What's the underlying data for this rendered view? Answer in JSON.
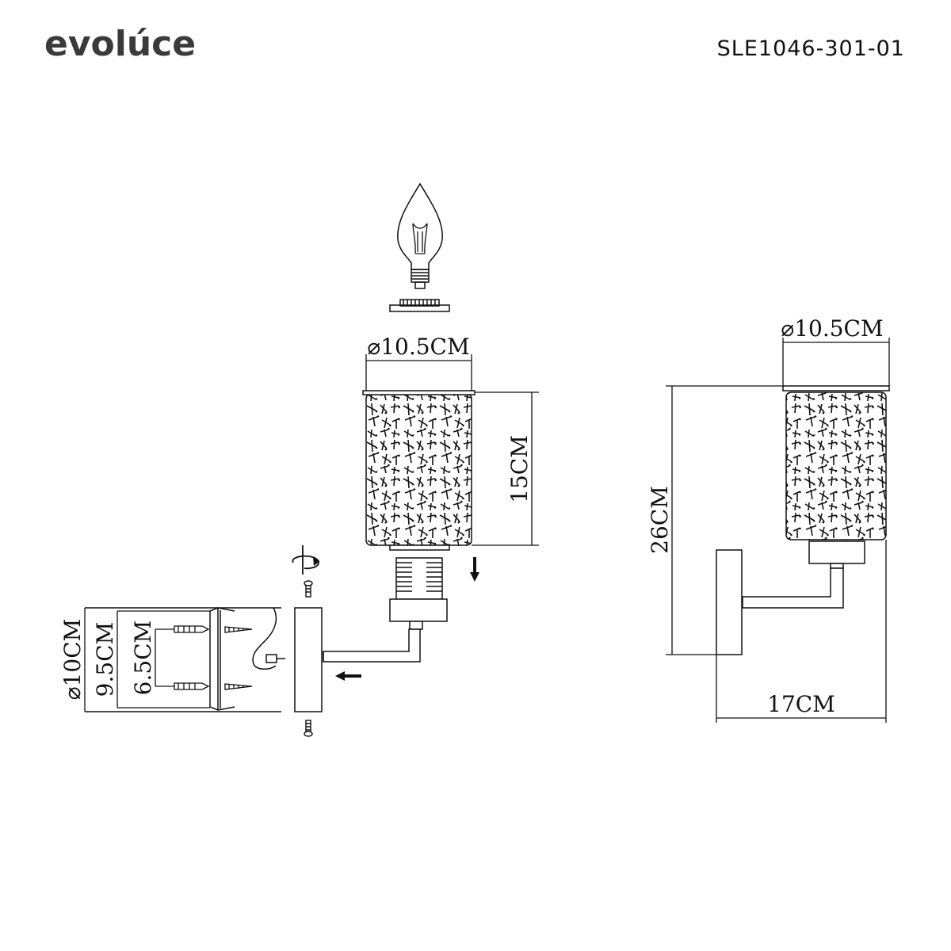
{
  "header": {
    "brand": "evolúce",
    "model": "SLE1046-301-01"
  },
  "front_view": {
    "shade_diameter": "⌀10.5CM",
    "shade_height": "15CM"
  },
  "mount_plate": {
    "plate_diameter": "⌀10CM",
    "hole_spacing_outer": "9.5CM",
    "hole_spacing_inner": "6.5CM"
  },
  "side_view": {
    "shade_diameter": "⌀10.5CM",
    "total_height": "26CM",
    "projection": "17CM"
  }
}
